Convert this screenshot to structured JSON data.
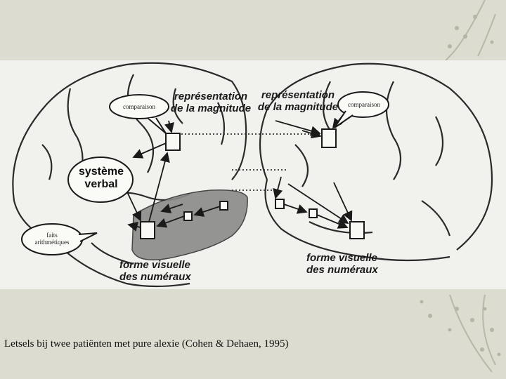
{
  "figure": {
    "left": {
      "magnitude": [
        "représentation",
        "de la magnitude"
      ],
      "comparison": "comparaison",
      "verbal": [
        "système",
        "verbal"
      ],
      "facts": [
        "faits",
        "arithmétiques"
      ],
      "visual": [
        "forme visuelle",
        "des numéraux"
      ]
    },
    "right": {
      "magnitude": [
        "représentation",
        "de la magnitude"
      ],
      "comparison": "comparaison",
      "visual": [
        "forme visuelle",
        "des numéraux"
      ]
    }
  },
  "caption": "Letsels bij twee patiënten met pure alexie (Cohen & Dehaen, 1995)",
  "colors": {
    "slide_background": "#dcdcd0",
    "figure_background": "#f1f1ee",
    "lesion_fill": "#8a8a8a",
    "ink": "#1a1a1a"
  }
}
